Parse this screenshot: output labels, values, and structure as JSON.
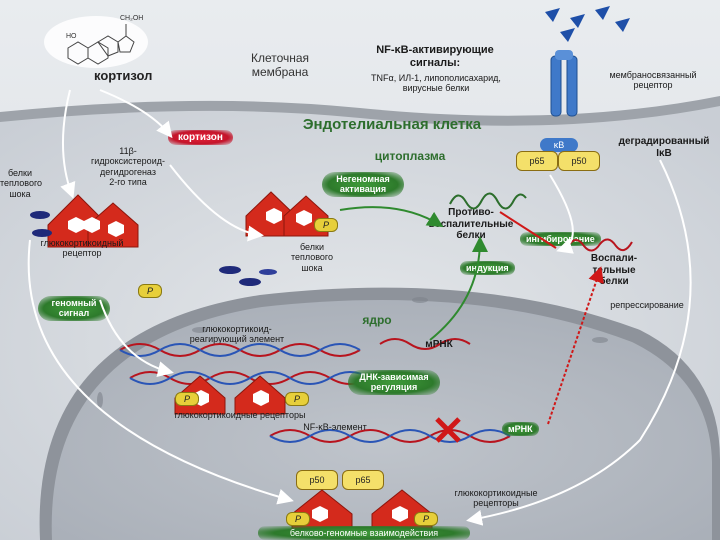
{
  "labels": {
    "cortisol_top": "кортизол",
    "cell_membrane": "Клеточная\nмембрана",
    "nfkb_signals_title": "NF-κB-активирующие\nсигналы:",
    "nfkb_signals_list": "TNFα, ИЛ-1, липополисахарид,\nвирусные белки",
    "membrane_receptor": "мембраносвязанный\nрецептор",
    "endothelial_cell": "Эндотелиальная клетка",
    "cortisone": "кортизон",
    "hsd11b2": "11β-\nгидроксистероид-\nдегидрогеназ\n2-го типа",
    "heat_shock_left": "белки\nтеплового\nшока",
    "cytoplasm": "цитоплазма",
    "degraded_ikb": "деградированный\nIκB",
    "nongenomic_activation": "Негеномная\nактивация",
    "anti_inflammatory": "Противо-\nвоспалительные\nбелки",
    "inhibition": "ингибирование",
    "gc_receptor": "глюкокортикоидный\nрецептор",
    "heat_shock_mid": "белки\nтеплового\nшока",
    "induction": "индукция",
    "inflammatory": "Воспали-\nтельные\nбелки",
    "repression": "репрессирование",
    "genomic_signal": "геномный\nсигнал",
    "nucleus": "ядро",
    "gre": "глюкокортикоид-\nреагирующий элемент",
    "mrna_top": "мРНК",
    "dna_dependent": "ДНК-зависимая\nрегуляция",
    "gc_receptors_mid": "глюкокортикоидные рецепторы",
    "nfkb_element": "NF-κB-элемент",
    "mrna_right": "мРНК",
    "gc_receptors_bottom": "глюкокортикоидные\nрецепторы",
    "protein_genomic": "белково-геномные взаимодействия",
    "p65_top": "p65",
    "p50_top": "p50",
    "kb": "κB",
    "p50_bottom": "p50",
    "p65_bottom": "p65",
    "p_badge": "P"
  },
  "colors": {
    "membrane": "#b9b9b9",
    "cytoplasm": "#d7dbe0",
    "nucleus": "#c8ccd3",
    "receptor_red": "#d42a1c",
    "arrow_green": "#2f8a2f",
    "arrow_red": "#d01818",
    "receptor_blue": "#3f79c9",
    "dna_red": "#b8141e",
    "dna_blue": "#2a55b6"
  }
}
